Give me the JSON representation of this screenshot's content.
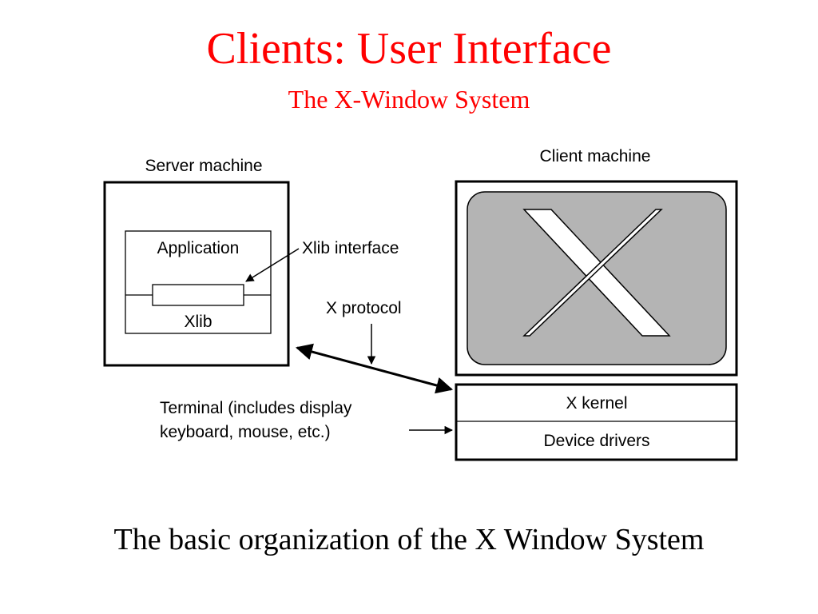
{
  "slide": {
    "title": "Clients: User Interface",
    "subtitle": "The X-Window System",
    "caption": "The basic organization of the X Window System"
  },
  "diagram": {
    "server_machine_label": "Server machine",
    "application_label": "Application",
    "xlib_label": "Xlib",
    "xlib_interface_label": "Xlib interface",
    "x_protocol_label": "X protocol",
    "client_machine_label": "Client machine",
    "x_kernel_label": "X kernel",
    "device_drivers_label": "Device drivers",
    "terminal_label_line1": "Terminal (includes display",
    "terminal_label_line2": "keyboard, mouse, etc.)",
    "x_logo_icon": "x-logo-icon"
  },
  "colors": {
    "title": "#ff0000",
    "screen_fill": "#b4b4b4",
    "line": "#000000"
  }
}
